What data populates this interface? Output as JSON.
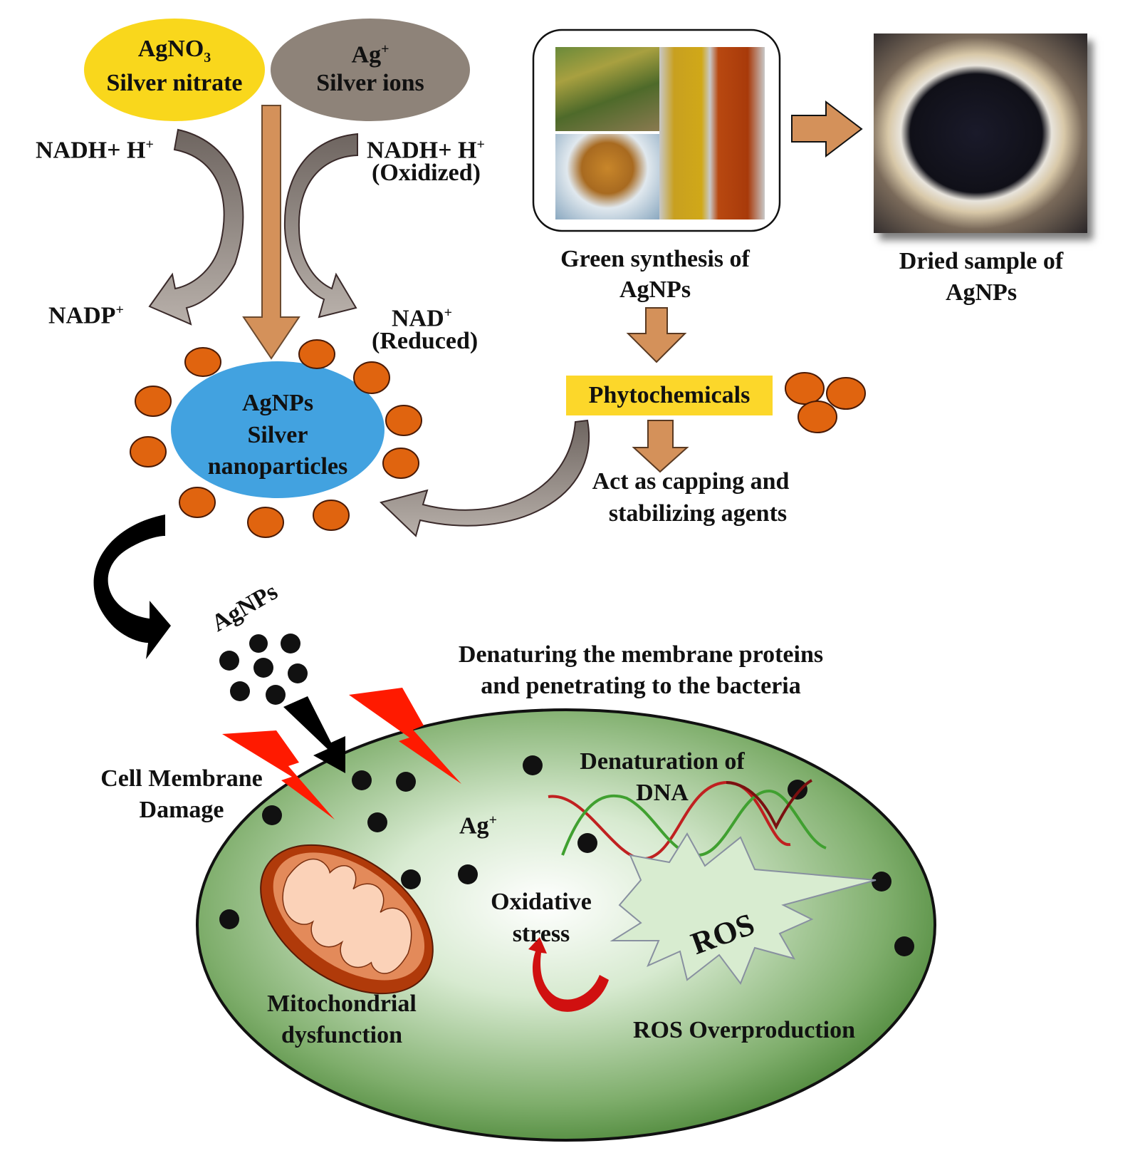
{
  "reagents": {
    "silver_nitrate": {
      "formula": "AgNO",
      "subscript": "3",
      "name": "Silver nitrate",
      "color": "#f9d71c"
    },
    "silver_ions": {
      "formula": "Ag",
      "superscript": "+",
      "name": "Silver ions",
      "color": "#8e8379"
    }
  },
  "cofactors": {
    "left_in": {
      "text": "NADH+ H",
      "sup": "+"
    },
    "left_out": {
      "text": "NADP",
      "sup": "+"
    },
    "right_in": {
      "text": "NADH+ H",
      "sup": "+",
      "note": "(Oxidized)"
    },
    "right_out": {
      "text": "NAD",
      "sup": "+",
      "note": "(Reduced)"
    }
  },
  "nanoparticle": {
    "line1": "AgNPs",
    "line2": "Silver",
    "line3": "nanoparticles",
    "core_color": "#42a2e0",
    "cap_color": "#e0640f"
  },
  "synthesis": {
    "green_label_line1": "Green synthesis of",
    "green_label_line2": "AgNPs",
    "dried_label_line1": "Dried sample of",
    "dried_label_line2": "AgNPs",
    "phytochemicals": "Phytochemicals",
    "capping_line1": "Act as capping and",
    "capping_line2": "stabilizing agents"
  },
  "bacteria": {
    "agnps_label": "AgNPs",
    "denaturing_line1": "Denaturing the membrane proteins",
    "denaturing_line2": "and penetrating to the bacteria",
    "membrane_line1": "Cell Membrane",
    "membrane_line2": "Damage",
    "dna_line1": "Denaturation of",
    "dna_line2": "DNA",
    "ag_ion": "Ag",
    "ag_ion_sup": "+",
    "oxidative_line1": "Oxidative",
    "oxidative_line2": "stress",
    "ros": "ROS",
    "ros_over": "ROS Overproduction",
    "mito_line1": "Mitochondrial",
    "mito_line2": "dysfunction"
  },
  "colors": {
    "arrow_tan": "#d4915a",
    "arrow_gray_dark": "#6e6560",
    "arrow_gray_light": "#b8b0aa",
    "cell_green": "#3e7d2a",
    "lightning": "#ff1a00"
  }
}
